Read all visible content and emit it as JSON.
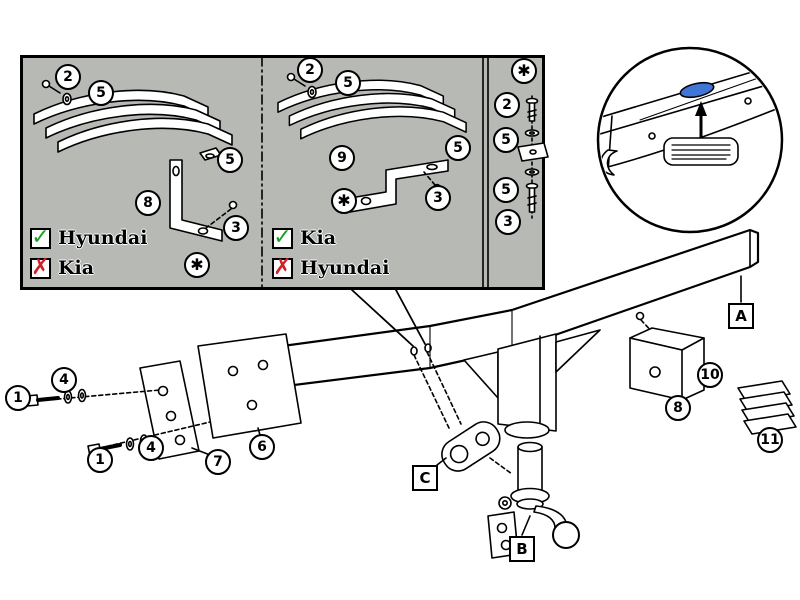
{
  "figure": {
    "type": "towbar-installation-exploded-diagram"
  },
  "colors": {
    "panel_bg": "#b6b9b4",
    "check_green": "#1f9d27",
    "cross_red": "#d41f26",
    "highlight_blue": "#4076d6",
    "line": "#000000"
  },
  "panel": {
    "left_option": {
      "callout_2": "2",
      "callout_5a": "5",
      "callout_5b": "5",
      "callout_8": "8",
      "callout_3": "3",
      "asterisk": "✱",
      "check_mark": "✓",
      "approved_brand": "Hyundai",
      "cross_mark": "✗",
      "rejected_brand": "Kia"
    },
    "middle_option": {
      "callout_2": "2",
      "callout_5a": "5",
      "callout_5b": "5",
      "callout_9": "9",
      "callout_3": "3",
      "asterisk": "✱",
      "check_mark": "✓",
      "approved_brand": "Kia",
      "cross_mark": "✗",
      "rejected_brand": "Hyundai"
    },
    "hardware_column": {
      "asterisk": "✱",
      "callout_2": "2",
      "callout_5a": "5",
      "callout_5b": "5",
      "callout_3": "3"
    }
  },
  "main": {
    "label_a": "A",
    "label_b": "B",
    "label_c": "C",
    "callout_1a": "1",
    "callout_4a": "4",
    "callout_1b": "1",
    "callout_4b": "4",
    "callout_7": "7",
    "callout_6": "6",
    "callout_8": "8",
    "callout_10": "10",
    "callout_11": "11"
  }
}
